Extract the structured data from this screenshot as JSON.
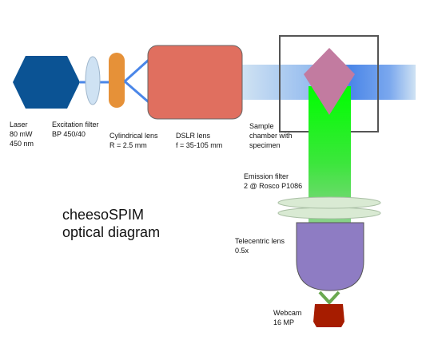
{
  "title": {
    "line1": "cheesoSPIM",
    "line2": "optical diagram"
  },
  "components": {
    "laser": {
      "name": "Laser",
      "power": "80 mW",
      "wavelength": "450 nm"
    },
    "excitation_filter": {
      "name": "Excitation filter",
      "spec": "BP 450/40"
    },
    "cylindrical_lens": {
      "name": "Cylindrical lens",
      "spec": "R = 2.5 mm"
    },
    "dslr_lens": {
      "name": "DSLR lens",
      "spec": "f = 35-105 mm"
    },
    "sample_chamber": {
      "line1": "Sample",
      "line2": "chamber with",
      "line3": "specimen"
    },
    "emission_filter": {
      "name": "Emission filter",
      "spec": "2 @ Rosco P1086"
    },
    "telecentric_lens": {
      "name": "Telecentric lens",
      "spec": "0.5x"
    },
    "webcam": {
      "name": "Webcam",
      "spec": "16 MP"
    }
  },
  "colors": {
    "laser": "#0b5394",
    "excitation_filter": "#cfe2f3",
    "cylindrical_lens": "#e69138",
    "beam_blue": "#4a86e8",
    "dslr_lens": "#e06f5f",
    "sample": "#c27ba0",
    "emission_green": "#00ff00",
    "emission_filter": "#d9ead3",
    "telecentric_lens": "#8e7cc3",
    "webcam": "#a61c00",
    "webcam_link": "#6aa84f"
  }
}
